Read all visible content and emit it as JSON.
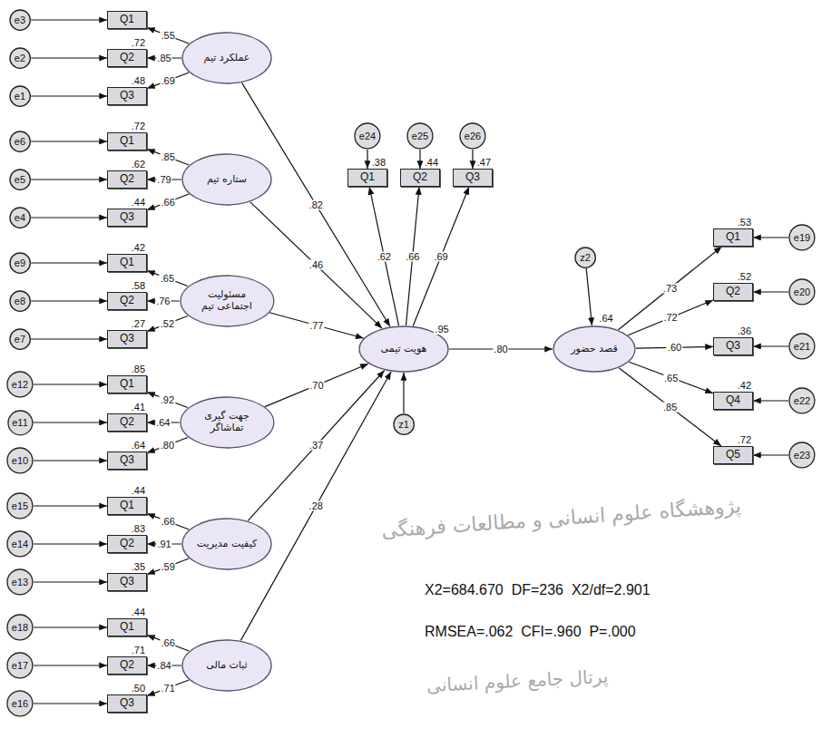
{
  "diagram": {
    "nodes": [
      {
        "text": [
          "e3"
        ]
      },
      {
        "text": [
          "Q1"
        ]
      },
      {
        "text": [
          "e2"
        ]
      },
      {
        "text": [
          "Q2",
          ".72"
        ]
      },
      {
        "text": [
          "e1"
        ]
      },
      {
        "text": [
          "Q3",
          ".48"
        ]
      },
      {
        "text": [
          "عملکرد تیم"
        ]
      },
      {
        "text": [
          "e6"
        ]
      },
      {
        "text": [
          "Q1",
          ".72"
        ]
      },
      {
        "text": [
          "e5"
        ]
      },
      {
        "text": [
          "Q2",
          ".62"
        ]
      },
      {
        "text": [
          "e4"
        ]
      },
      {
        "text": [
          "Q3",
          ".44"
        ]
      },
      {
        "text": [
          "ستاره تیم"
        ]
      },
      {
        "text": [
          "e9"
        ]
      },
      {
        "text": [
          "Q1",
          ".42"
        ]
      },
      {
        "text": [
          "e8"
        ]
      },
      {
        "text": [
          "Q2",
          ".58"
        ]
      },
      {
        "text": [
          "e7"
        ]
      },
      {
        "text": [
          "Q3",
          ".27"
        ]
      },
      {
        "text": [
          "مسئولیت اجتماعی تیم"
        ]
      },
      {
        "text": [
          "e12"
        ]
      },
      {
        "text": [
          "Q1",
          ".85"
        ]
      },
      {
        "text": [
          "e11"
        ]
      },
      {
        "text": [
          "Q2",
          ".41"
        ]
      },
      {
        "text": [
          "e10"
        ]
      },
      {
        "text": [
          "Q3",
          ".64"
        ]
      },
      {
        "text": [
          "جهت گیری تماشاگر"
        ]
      },
      {
        "text": [
          "e15"
        ]
      },
      {
        "text": [
          "Q1",
          ".44"
        ]
      },
      {
        "text": [
          "e14"
        ]
      },
      {
        "text": [
          "Q2",
          ".83"
        ]
      },
      {
        "text": [
          "e13"
        ]
      },
      {
        "text": [
          "Q3",
          ".35"
        ]
      },
      {
        "text": [
          "کیفیت مدیریت"
        ]
      },
      {
        "text": [
          "e18"
        ]
      },
      {
        "text": [
          "Q1",
          ".44"
        ]
      },
      {
        "text": [
          "e17"
        ]
      },
      {
        "text": [
          "Q2",
          ".71"
        ]
      },
      {
        "text": [
          "e16"
        ]
      },
      {
        "text": [
          "Q3",
          ".50"
        ]
      },
      {
        "text": [
          "ثبات مالی"
        ]
      },
      {
        "text": [
          "e24"
        ]
      },
      {
        "text": [
          "e25"
        ]
      },
      {
        "text": [
          "e26"
        ]
      },
      {
        "text": [
          "Q1",
          ".38"
        ]
      },
      {
        "text": [
          "Q2",
          ".44"
        ]
      },
      {
        "text": [
          "Q3",
          ".47"
        ]
      },
      {
        "text": [
          "هویت تیمی",
          ".95"
        ]
      },
      {
        "text": [
          "z1"
        ]
      },
      {
        "text": [
          "z2"
        ]
      },
      {
        "text": [
          "قصد حضور",
          ".64"
        ]
      },
      {
        "text": [
          "Q1",
          ".53"
        ]
      },
      {
        "text": [
          "e19"
        ]
      },
      {
        "text": [
          "Q2",
          ".52"
        ]
      },
      {
        "text": [
          "e20"
        ]
      },
      {
        "text": [
          "Q3",
          ".36"
        ]
      },
      {
        "text": [
          "e21"
        ]
      },
      {
        "text": [
          "Q4",
          ".42"
        ]
      },
      {
        "text": [
          "e22"
        ]
      },
      {
        "text": [
          "Q5",
          ".72"
        ]
      },
      {
        "text": [
          "e23"
        ]
      }
    ],
    "edges": [
      {
        "from": 0,
        "to": 1,
        "arrow": "to"
      },
      {
        "from": 2,
        "to": 3,
        "arrow": "to"
      },
      {
        "from": 4,
        "to": 5,
        "arrow": "to"
      },
      {
        "from": 6,
        "to": 1,
        "arrow": "to",
        "label": ".55"
      },
      {
        "from": 6,
        "to": 3,
        "arrow": "to",
        "label": ".85"
      },
      {
        "from": 6,
        "to": 5,
        "arrow": "to",
        "label": ".69"
      },
      {
        "from": 6,
        "to": 48,
        "arrow": "to",
        "label": ".82"
      },
      {
        "from": 7,
        "to": 8,
        "arrow": "to"
      },
      {
        "from": 9,
        "to": 10,
        "arrow": "to"
      },
      {
        "from": 11,
        "to": 12,
        "arrow": "to"
      },
      {
        "from": 13,
        "to": 8,
        "arrow": "to",
        "label": ".85"
      },
      {
        "from": 13,
        "to": 10,
        "arrow": "to",
        "label": ".79"
      },
      {
        "from": 13,
        "to": 12,
        "arrow": "to",
        "label": ".66"
      },
      {
        "from": 13,
        "to": 48,
        "arrow": "to",
        "label": ".46"
      },
      {
        "from": 14,
        "to": 15,
        "arrow": "to"
      },
      {
        "from": 16,
        "to": 17,
        "arrow": "to"
      },
      {
        "from": 18,
        "to": 19,
        "arrow": "to"
      },
      {
        "from": 20,
        "to": 15,
        "arrow": "to",
        "label": ".65"
      },
      {
        "from": 20,
        "to": 17,
        "arrow": "to",
        "label": ".76"
      },
      {
        "from": 20,
        "to": 19,
        "arrow": "to",
        "label": ".52"
      },
      {
        "from": 20,
        "to": 48,
        "arrow": "to",
        "label": ".77"
      },
      {
        "from": 21,
        "to": 22,
        "arrow": "to"
      },
      {
        "from": 23,
        "to": 24,
        "arrow": "to"
      },
      {
        "from": 25,
        "to": 26,
        "arrow": "to"
      },
      {
        "from": 27,
        "to": 22,
        "arrow": "to",
        "label": ".92"
      },
      {
        "from": 27,
        "to": 24,
        "arrow": "to",
        "label": ".64"
      },
      {
        "from": 27,
        "to": 26,
        "arrow": "to",
        "label": ".80"
      },
      {
        "from": 27,
        "to": 48,
        "arrow": "to",
        "label": ".70"
      },
      {
        "from": 28,
        "to": 29,
        "arrow": "to"
      },
      {
        "from": 30,
        "to": 31,
        "arrow": "to"
      },
      {
        "from": 32,
        "to": 33,
        "arrow": "to"
      },
      {
        "from": 34,
        "to": 29,
        "arrow": "to",
        "label": ".66"
      },
      {
        "from": 34,
        "to": 31,
        "arrow": "to",
        "label": ".91"
      },
      {
        "from": 34,
        "to": 33,
        "arrow": "to",
        "label": ".59"
      },
      {
        "from": 34,
        "to": 48,
        "arrow": "to",
        "label": ".37"
      },
      {
        "from": 35,
        "to": 36,
        "arrow": "to"
      },
      {
        "from": 37,
        "to": 38,
        "arrow": "to"
      },
      {
        "from": 39,
        "to": 40,
        "arrow": "to"
      },
      {
        "from": 41,
        "to": 36,
        "arrow": "to",
        "label": ".66"
      },
      {
        "from": 41,
        "to": 38,
        "arrow": "to",
        "label": ".84"
      },
      {
        "from": 41,
        "to": 40,
        "arrow": "to",
        "label": ".71"
      },
      {
        "from": 41,
        "to": 48,
        "arrow": "to",
        "label": ".28"
      },
      {
        "from": 42,
        "to": 45,
        "arrow": "to"
      },
      {
        "from": 43,
        "to": 46,
        "arrow": "to"
      },
      {
        "from": 44,
        "to": 47,
        "arrow": "to"
      },
      {
        "from": 48,
        "to": 45,
        "arrow": "to",
        "label": ".62"
      },
      {
        "from": 48,
        "to": 46,
        "arrow": "to",
        "label": ".66"
      },
      {
        "from": 48,
        "to": 47,
        "arrow": "to",
        "label": ".69"
      },
      {
        "from": 49,
        "to": 48,
        "arrow": "to"
      },
      {
        "from": 48,
        "to": 51,
        "arrow": "to",
        "label": ".80"
      },
      {
        "from": 50,
        "to": 51,
        "arrow": "to"
      },
      {
        "from": 51,
        "to": 52,
        "arrow": "to",
        "label": ".73"
      },
      {
        "from": 51,
        "to": 54,
        "arrow": "to",
        "label": ".72"
      },
      {
        "from": 51,
        "to": 56,
        "arrow": "to",
        "label": ".60"
      },
      {
        "from": 51,
        "to": 58,
        "arrow": "to",
        "label": ".65"
      },
      {
        "from": 51,
        "to": 60,
        "arrow": "to",
        "label": ".85"
      },
      {
        "from": 53,
        "to": 52,
        "arrow": "to"
      },
      {
        "from": 55,
        "to": 54,
        "arrow": "to"
      },
      {
        "from": 57,
        "to": 56,
        "arrow": "to"
      },
      {
        "from": 59,
        "to": 58,
        "arrow": "to"
      },
      {
        "from": 61,
        "to": 60,
        "arrow": "to"
      }
    ],
    "labels": [
      "X2=684.670  DF=236  X2/df=2.901",
      "RMSEA=.062  CFI=.960  P=.000",
      "پژوهشگاه علوم انسانی و مطالعات فرهنگی",
      "پرتال جامع علوم انسانی"
    ]
  }
}
